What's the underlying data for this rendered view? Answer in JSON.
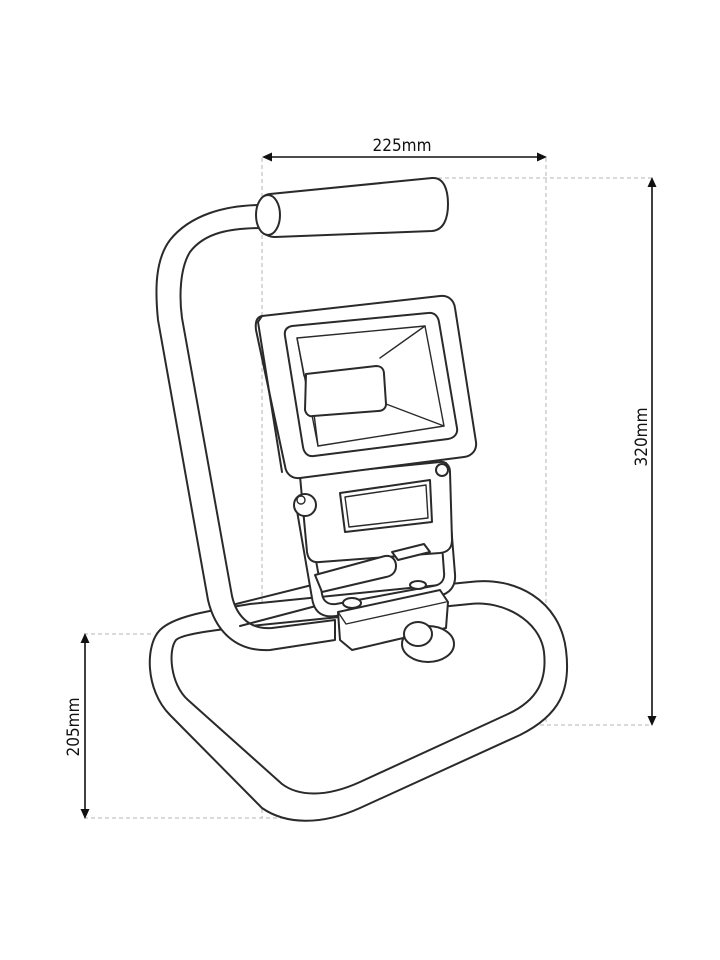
{
  "dimensions": {
    "width": {
      "label": "225mm"
    },
    "height": {
      "label": "320mm"
    },
    "base_depth": {
      "label": "205mm"
    }
  }
}
